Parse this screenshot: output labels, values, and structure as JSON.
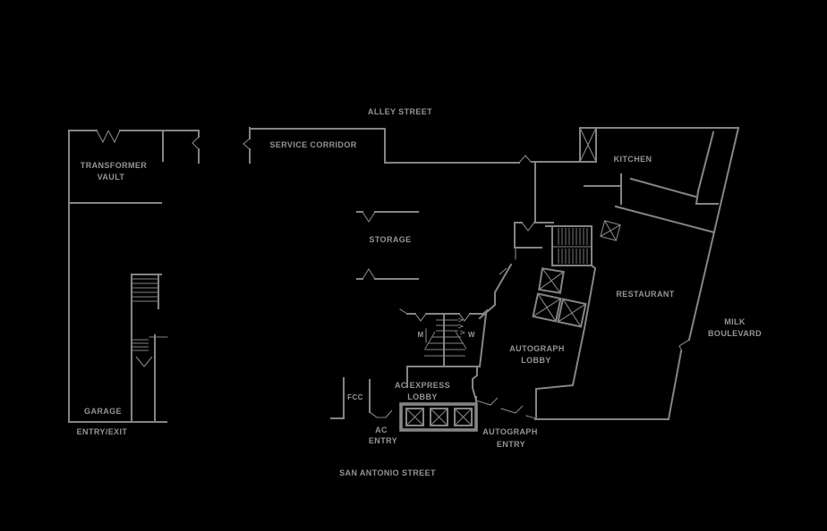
{
  "plan": {
    "title": "ground floor plan",
    "colors": {
      "background": "#000000",
      "line": "#858585",
      "text": "#949494"
    },
    "streets": {
      "alley": "ALLEY STREET",
      "san_antonio": "SAN ANTONIO STREET",
      "milk_line1": "MILK",
      "milk_line2": "BOULEVARD"
    },
    "rooms": {
      "service_corridor": "SERVICE CORRIDOR",
      "transformer_vault_line1": "TRANSFORMER",
      "transformer_vault_line2": "VAULT",
      "kitchen": "KITCHEN",
      "storage": "STORAGE",
      "restaurant": "RESTAURANT",
      "autograph_lobby_line1": "AUTOGRAPH",
      "autograph_lobby_line2": "LOBBY",
      "ac_express_lobby_line1": "AC EXPRESS",
      "ac_express_lobby_line2": "LOBBY",
      "fcc": "FCC",
      "garage": "GARAGE",
      "garage_entry_exit": "ENTRY/EXIT",
      "mens_restroom": "M",
      "womens_restroom": "W"
    },
    "entries": {
      "ac_entry_line1": "AC",
      "ac_entry_line2": "ENTRY",
      "autograph_entry_line1": "AUTOGRAPH",
      "autograph_entry_line2": "ENTRY"
    }
  }
}
